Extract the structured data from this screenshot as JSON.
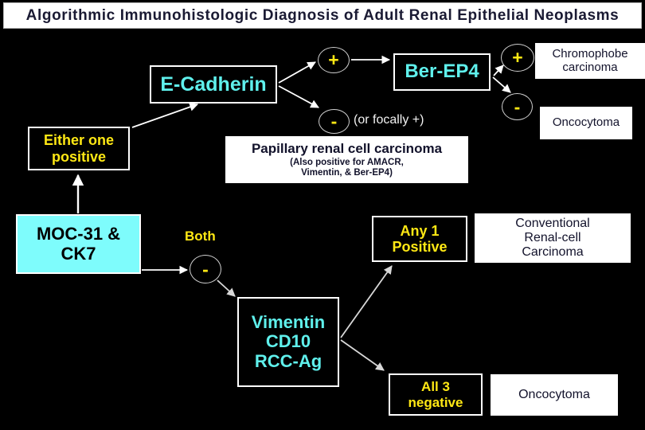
{
  "header": {
    "title": "Algorithmic Immunohistologic Diagnosis of Adult Renal Epithelial Neoplasms"
  },
  "colors": {
    "background": "#000000",
    "marker_cyan_text": "#5ff0ec",
    "marker_yellow_text": "#ffe814",
    "cyan_fill": "#7efcfc",
    "outline_white": "#ffffff",
    "result_box_fill": "#ffffff",
    "result_box_text": "#12122b"
  },
  "nodes": {
    "moc31_ck7": {
      "label": "MOC-31 &\nCK7",
      "line1": "MOC-31 &",
      "line2": "CK7"
    },
    "either_one_positive": {
      "line1": "Either one",
      "line2": "positive"
    },
    "e_cadherin": {
      "label": "E-Cadherin"
    },
    "ber_ep4": {
      "label": "Ber-EP4"
    },
    "vimentin_panel": {
      "line1": "Vimentin",
      "line2": "CD10",
      "line3": "RCC-Ag"
    },
    "any_1_positive": {
      "line1": "Any 1",
      "line2": "Positive"
    },
    "all_3_negative": {
      "line1": "All 3",
      "line2": "negative"
    }
  },
  "signs": {
    "e_cadherin_positive": "+",
    "e_cadherin_negative": "-",
    "ber_ep4_positive": "+",
    "ber_ep4_negative": "-",
    "both_negative": "-"
  },
  "labels": {
    "or_focally_positive": "(or focally +)",
    "both": "Both"
  },
  "results": {
    "papillary": {
      "line1": "Papillary renal cell carcinoma",
      "line2": "(Also positive for AMACR,",
      "line3": "Vimentin, & Ber-EP4)"
    },
    "chromophobe": {
      "line1": "Chromophobe",
      "line2": "carcinoma"
    },
    "oncocytoma_top": {
      "line1": "Oncocytoma"
    },
    "conventional_rcc": {
      "line1": "Conventional",
      "line2": "Renal-cell",
      "line3": "Carcinoma"
    },
    "oncocytoma_bottom": {
      "line1": "Oncocytoma"
    }
  }
}
